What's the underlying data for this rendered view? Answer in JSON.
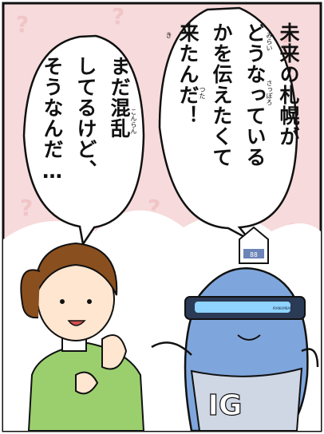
{
  "speech_right": {
    "lines": [
      "未来の札幌が",
      "どうなっている",
      "かを伝えたくて",
      "来たんだ！"
    ],
    "furigana": [
      "みらい",
      "さっぽろ",
      "つた",
      "き"
    ]
  },
  "speech_left": {
    "lines": [
      "まだ混乱",
      "してるけど、",
      "そうなんだ…"
    ],
    "furigana": [
      "こんらん"
    ]
  },
  "mascot": {
    "head_display": "88",
    "visor_text": "IRANUMBAR",
    "belly_letters": "IG"
  },
  "colors": {
    "background": "#f7dadb",
    "mascot_body": "#7fa6dc",
    "woman_sweater": "#9bcf6e",
    "woman_hair": "#8a4f1e"
  }
}
